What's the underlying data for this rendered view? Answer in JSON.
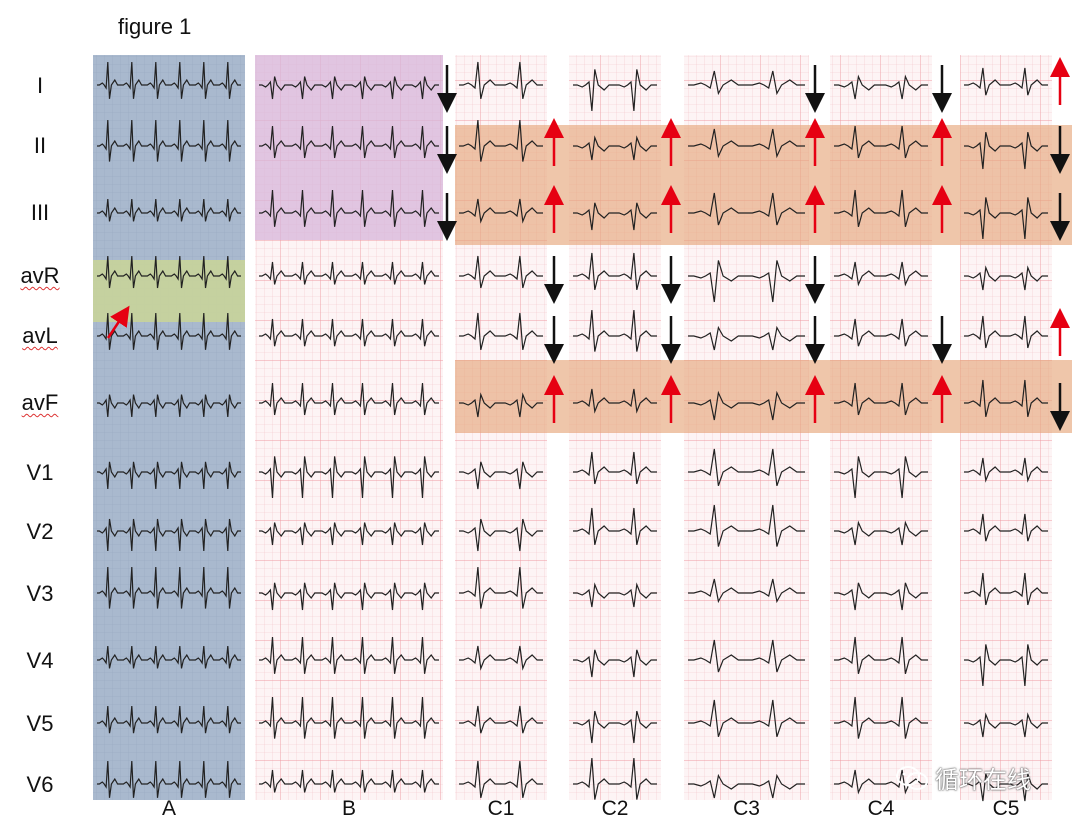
{
  "figure": {
    "title": "figure 1",
    "leads": [
      "I",
      "II",
      "III",
      "avR",
      "avL",
      "avF",
      "V1",
      "V2",
      "V3",
      "V4",
      "V5",
      "V6"
    ],
    "underlined_leads": [
      "avR",
      "avL",
      "avF"
    ],
    "panels": [
      "A",
      "B",
      "C1",
      "C2",
      "C3",
      "C4",
      "C5"
    ],
    "colors": {
      "grid_pink": "#f4b8bd",
      "grid_pink_light": "#fbe3e5",
      "panel_a_bg": "#a7b7cc",
      "panel_b_highlight": "#d7b6da",
      "avr_highlight": "#c8d49a",
      "orange_band": "#e6a87c",
      "arrow_red": "#e60012",
      "arrow_black": "#111111",
      "trace": "#222222"
    },
    "arrows": [
      {
        "panel": "B",
        "lead": "I",
        "dir": "down",
        "color": "black"
      },
      {
        "panel": "B",
        "lead": "II",
        "dir": "down",
        "color": "black"
      },
      {
        "panel": "B",
        "lead": "III",
        "dir": "down",
        "color": "black"
      },
      {
        "panel": "C1",
        "lead": "II",
        "dir": "up",
        "color": "red"
      },
      {
        "panel": "C1",
        "lead": "III",
        "dir": "up",
        "color": "red"
      },
      {
        "panel": "C1",
        "lead": "avR",
        "dir": "down",
        "color": "black"
      },
      {
        "panel": "C1",
        "lead": "avL",
        "dir": "down",
        "color": "black"
      },
      {
        "panel": "C1",
        "lead": "avF",
        "dir": "up",
        "color": "red"
      },
      {
        "panel": "C2",
        "lead": "II",
        "dir": "up",
        "color": "red"
      },
      {
        "panel": "C2",
        "lead": "III",
        "dir": "up",
        "color": "red"
      },
      {
        "panel": "C2",
        "lead": "avR",
        "dir": "down",
        "color": "black"
      },
      {
        "panel": "C2",
        "lead": "avL",
        "dir": "down",
        "color": "black"
      },
      {
        "panel": "C2",
        "lead": "avF",
        "dir": "up",
        "color": "red"
      },
      {
        "panel": "C3",
        "lead": "I",
        "dir": "down",
        "color": "black"
      },
      {
        "panel": "C3",
        "lead": "II",
        "dir": "up",
        "color": "red"
      },
      {
        "panel": "C3",
        "lead": "III",
        "dir": "up",
        "color": "red"
      },
      {
        "panel": "C3",
        "lead": "avR",
        "dir": "down",
        "color": "black"
      },
      {
        "panel": "C3",
        "lead": "avL",
        "dir": "down",
        "color": "black"
      },
      {
        "panel": "C3",
        "lead": "avF",
        "dir": "up",
        "color": "red"
      },
      {
        "panel": "C4",
        "lead": "I",
        "dir": "down",
        "color": "black"
      },
      {
        "panel": "C4",
        "lead": "II",
        "dir": "up",
        "color": "red"
      },
      {
        "panel": "C4",
        "lead": "III",
        "dir": "up",
        "color": "red"
      },
      {
        "panel": "C4",
        "lead": "avL",
        "dir": "down",
        "color": "black"
      },
      {
        "panel": "C4",
        "lead": "avF",
        "dir": "up",
        "color": "red"
      },
      {
        "panel": "C5",
        "lead": "I",
        "dir": "up",
        "color": "red"
      },
      {
        "panel": "C5",
        "lead": "II",
        "dir": "down",
        "color": "black"
      },
      {
        "panel": "C5",
        "lead": "III",
        "dir": "down",
        "color": "black"
      },
      {
        "panel": "C5",
        "lead": "avL",
        "dir": "up",
        "color": "red"
      },
      {
        "panel": "C5",
        "lead": "avF",
        "dir": "down",
        "color": "black"
      }
    ]
  },
  "watermark": {
    "text": "循环在线",
    "icon": "wechat-icon"
  }
}
